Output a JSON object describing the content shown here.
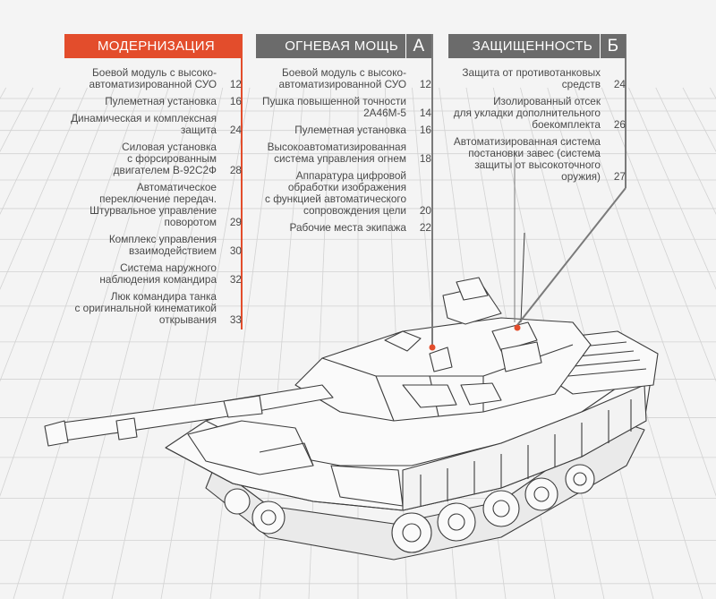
{
  "sections": [
    {
      "title": "МОДЕРНИЗАЦИЯ",
      "letter": "",
      "items": [
        {
          "text": "Боевой модуль с высоко-\nавтоматизированной СУО",
          "page": "12"
        },
        {
          "text": "Пулеметная установка",
          "page": "16"
        },
        {
          "text": "Динамическая и комплексная\nзащита",
          "page": "24"
        },
        {
          "text": "Силовая установка\nс форсированным\nдвигателем В-92С2Ф",
          "page": "28"
        },
        {
          "text": "Автоматическое\nпереключение передач.\nШтурвальное управление\nповоротом",
          "page": "29"
        },
        {
          "text": "Комплекс управления\nвзаимодействием",
          "page": "30"
        },
        {
          "text": "Система наружного\nнаблюдения командира",
          "page": "32"
        },
        {
          "text": "Люк командира танка\nс оригинальной кинематикой\nоткрывания",
          "page": "33"
        }
      ]
    },
    {
      "title": "ОГНЕВАЯ МОЩЬ",
      "letter": "А",
      "items": [
        {
          "text": "Боевой модуль с высоко-\nавтоматизированной СУО",
          "page": "12"
        },
        {
          "text": "Пушка повышенной точности\n2А46М-5",
          "page": "14"
        },
        {
          "text": "Пулеметная установка",
          "page": "16"
        },
        {
          "text": "Высокоавтоматизированная\nсистема управления огнем",
          "page": "18"
        },
        {
          "text": "Аппаратура цифровой\nобработки изображения\nс функцией автоматического\nсопровождения цели",
          "page": "20"
        },
        {
          "text": "Рабочие места экипажа",
          "page": "22"
        }
      ]
    },
    {
      "title": "ЗАЩИЩЕННОСТЬ",
      "letter": "Б",
      "items": [
        {
          "text": "Защита от противотанковых\nсредств",
          "page": "24"
        },
        {
          "text": "Изолированный отсек\nдля укладки дополнительного\nбоекомплекта",
          "page": "26"
        },
        {
          "text": "Автоматизированная система\nпостановки завес (система\nзащиты от высокоточного\nоружия)",
          "page": "27"
        }
      ]
    }
  ],
  "colors": {
    "accent": "#e34d2c",
    "header_gray": "#6b6b6b",
    "text": "#4a4a4a"
  }
}
